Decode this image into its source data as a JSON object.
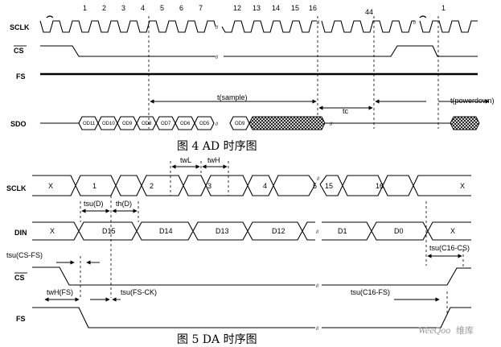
{
  "figure4": {
    "caption": "图 4    AD 时序图",
    "signals": {
      "sclk": "SCLK",
      "cs": "CS",
      "fs": "FS",
      "sdo": "SDO"
    },
    "clock_numbers": [
      "1",
      "2",
      "3",
      "4",
      "5",
      "6",
      "7",
      "12",
      "13",
      "14",
      "15",
      "16",
      "44",
      "1"
    ],
    "sdo_bits": [
      "OD11",
      "OD10",
      "OD9",
      "OD8",
      "OD7",
      "OD6",
      "OD5",
      "OD9"
    ],
    "timing": {
      "sample": "t(sample)",
      "tc": "tc",
      "powerdown": "t(powerdown)"
    }
  },
  "figure5": {
    "caption": "图 5    DA 时序图",
    "signals": {
      "sclk": "SCLK",
      "din": "DIN",
      "cs": "CS",
      "fs": "FS"
    },
    "clock_numbers": [
      "1",
      "2",
      "3",
      "4",
      "5",
      "15",
      "16"
    ],
    "sclk_don_t_care": [
      "X",
      "X"
    ],
    "din_bits": [
      "X",
      "D15",
      "D14",
      "D13",
      "D12",
      "D1",
      "D0",
      "X"
    ],
    "timing": {
      "twL": "twL",
      "twH": "twH",
      "tsu_d": "tsu(D)",
      "th_d": "th(D)",
      "tsu_cs_fs": "tsu(CS-FS)",
      "twh_fs": "twH(FS)",
      "tsu_fs_ck": "tsu(FS-CK)",
      "tsu_c16_fs": "tsu(C16-FS)",
      "tsu_c16_cs": "tsu(C16-CS)"
    }
  },
  "watermark": {
    "latin": "WeeQoo",
    "cjk": "维库"
  }
}
